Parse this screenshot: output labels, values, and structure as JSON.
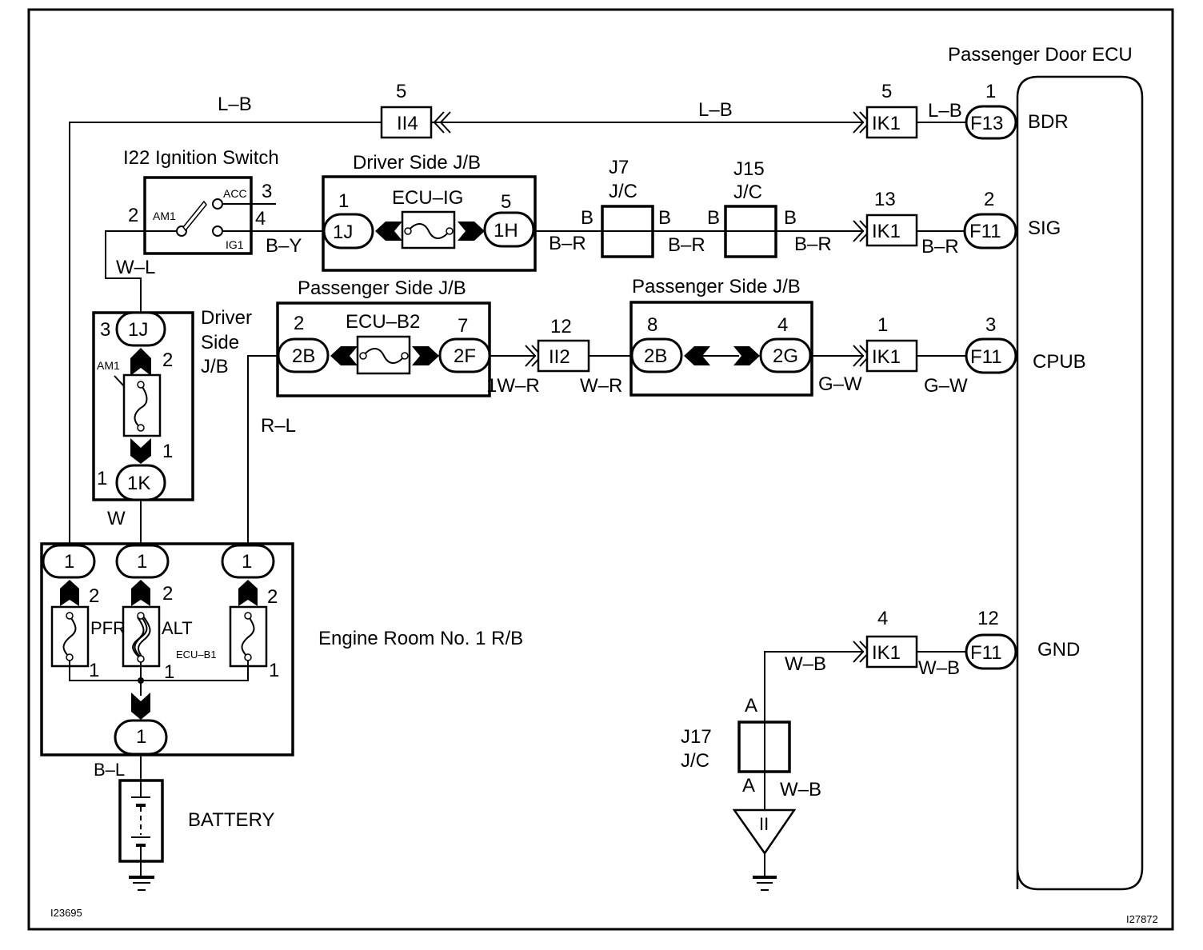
{
  "diagram": {
    "ids": {
      "left": "I23695",
      "right": "I27872"
    },
    "components": {
      "ecu": {
        "title": "Passenger Door ECU",
        "pins": [
          "BDR",
          "SIG",
          "CPUB",
          "GND"
        ]
      },
      "ignition": {
        "title": "I22 Ignition Switch",
        "am1": "AM1",
        "acc": "ACC",
        "ig1": "IG1",
        "pin_am1": "2",
        "pin_acc": "3",
        "pin_ig1": "4"
      },
      "driver_jb_top": {
        "title": "Driver Side J/B",
        "fuse": "ECU–IG",
        "left_conn": "1J",
        "left_pin": "1",
        "right_conn": "1H",
        "right_pin": "5"
      },
      "driver_jb_left": {
        "title_lines": [
          "Driver",
          "Side",
          "J/B"
        ],
        "fuse": "AM1",
        "top_conn": "1J",
        "top_pin": "3",
        "bot_conn": "1K",
        "bot_pin": "1",
        "fuse_top_pin": "2",
        "fuse_bot_pin": "1"
      },
      "pass_jb1": {
        "title": "Passenger Side J/B",
        "fuse": "ECU–B2",
        "left_conn": "2B",
        "left_pin": "2",
        "right_conn": "2F",
        "right_pin": "7"
      },
      "pass_jb2": {
        "title": "Passenger Side J/B",
        "left_conn": "2B",
        "left_pin": "8",
        "right_conn": "2G",
        "right_pin": "4"
      },
      "jc7": {
        "title_lines": [
          "J7",
          "J/C"
        ],
        "left": "B",
        "right": "B"
      },
      "jc15": {
        "title_lines": [
          "J15",
          "J/C"
        ],
        "left": "B",
        "right": "B"
      },
      "jc17": {
        "title_lines": [
          "J17",
          "J/C"
        ],
        "top": "A",
        "bottom": "A"
      },
      "engine_rb": {
        "title": "Engine Room No. 1 R/B",
        "fuses": [
          "PFR",
          "ALT",
          "ECU–B1"
        ],
        "top_pins": [
          "1",
          "1",
          "1"
        ],
        "fuse_top_pins": [
          "2",
          "2",
          "2"
        ],
        "fuse_bot_pins": [
          "1",
          "1",
          "1"
        ],
        "bottom_pin": "1"
      },
      "battery": {
        "title": "BATTERY"
      },
      "ground_point": {
        "label": "II"
      }
    },
    "connectors": {
      "ii4": {
        "label": "II4",
        "pin": "5"
      },
      "ik1_bdr": {
        "label": "IK1",
        "pin": "5"
      },
      "f13": {
        "label": "F13",
        "pin": "1"
      },
      "ik1_sig": {
        "label": "IK1",
        "pin": "13"
      },
      "f11_sig": {
        "label": "F11",
        "pin": "2"
      },
      "ii2": {
        "label": "II2",
        "pin": "12"
      },
      "ik1_cpub": {
        "label": "IK1",
        "pin": "1"
      },
      "f11_cpub": {
        "label": "F11",
        "pin": "3"
      },
      "ik1_gnd": {
        "label": "IK1",
        "pin": "4"
      },
      "f11_gnd": {
        "label": "F11",
        "pin": "12"
      }
    },
    "wires": {
      "lb_top": "L–B",
      "lb_mid": "L–B",
      "lb_ecu": "L–B",
      "wl": "W–L",
      "by": "B–Y",
      "br1": "B–R",
      "br2": "B–R",
      "br3": "B–R",
      "br4": "B–R",
      "w": "W",
      "rl": "R–L",
      "wr1": "1W–R",
      "wr2": "W–R",
      "gw1": "G–W",
      "gw2": "G–W",
      "wb1": "W–B",
      "wb2": "W–B",
      "wb3": "W–B",
      "bl": "B–L"
    }
  }
}
